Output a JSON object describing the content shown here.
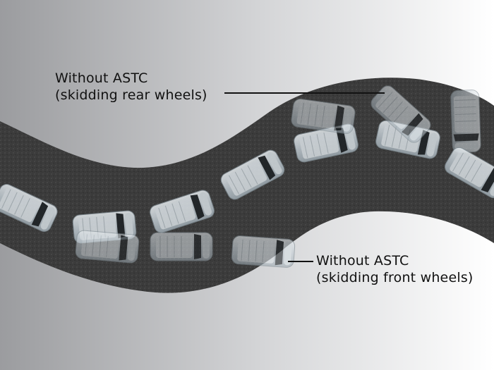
{
  "labels": {
    "rear": {
      "line1": "Without ASTC",
      "line2": "(skidding rear wheels)"
    },
    "front": {
      "line1": "Without ASTC",
      "line2": "(skidding front wheels)"
    }
  },
  "colors": {
    "background_dark": "#9b9c9f",
    "background_light": "#ffffff",
    "road": "#3a3a3a",
    "car_body": "#c9d2d8",
    "text": "#111111"
  }
}
